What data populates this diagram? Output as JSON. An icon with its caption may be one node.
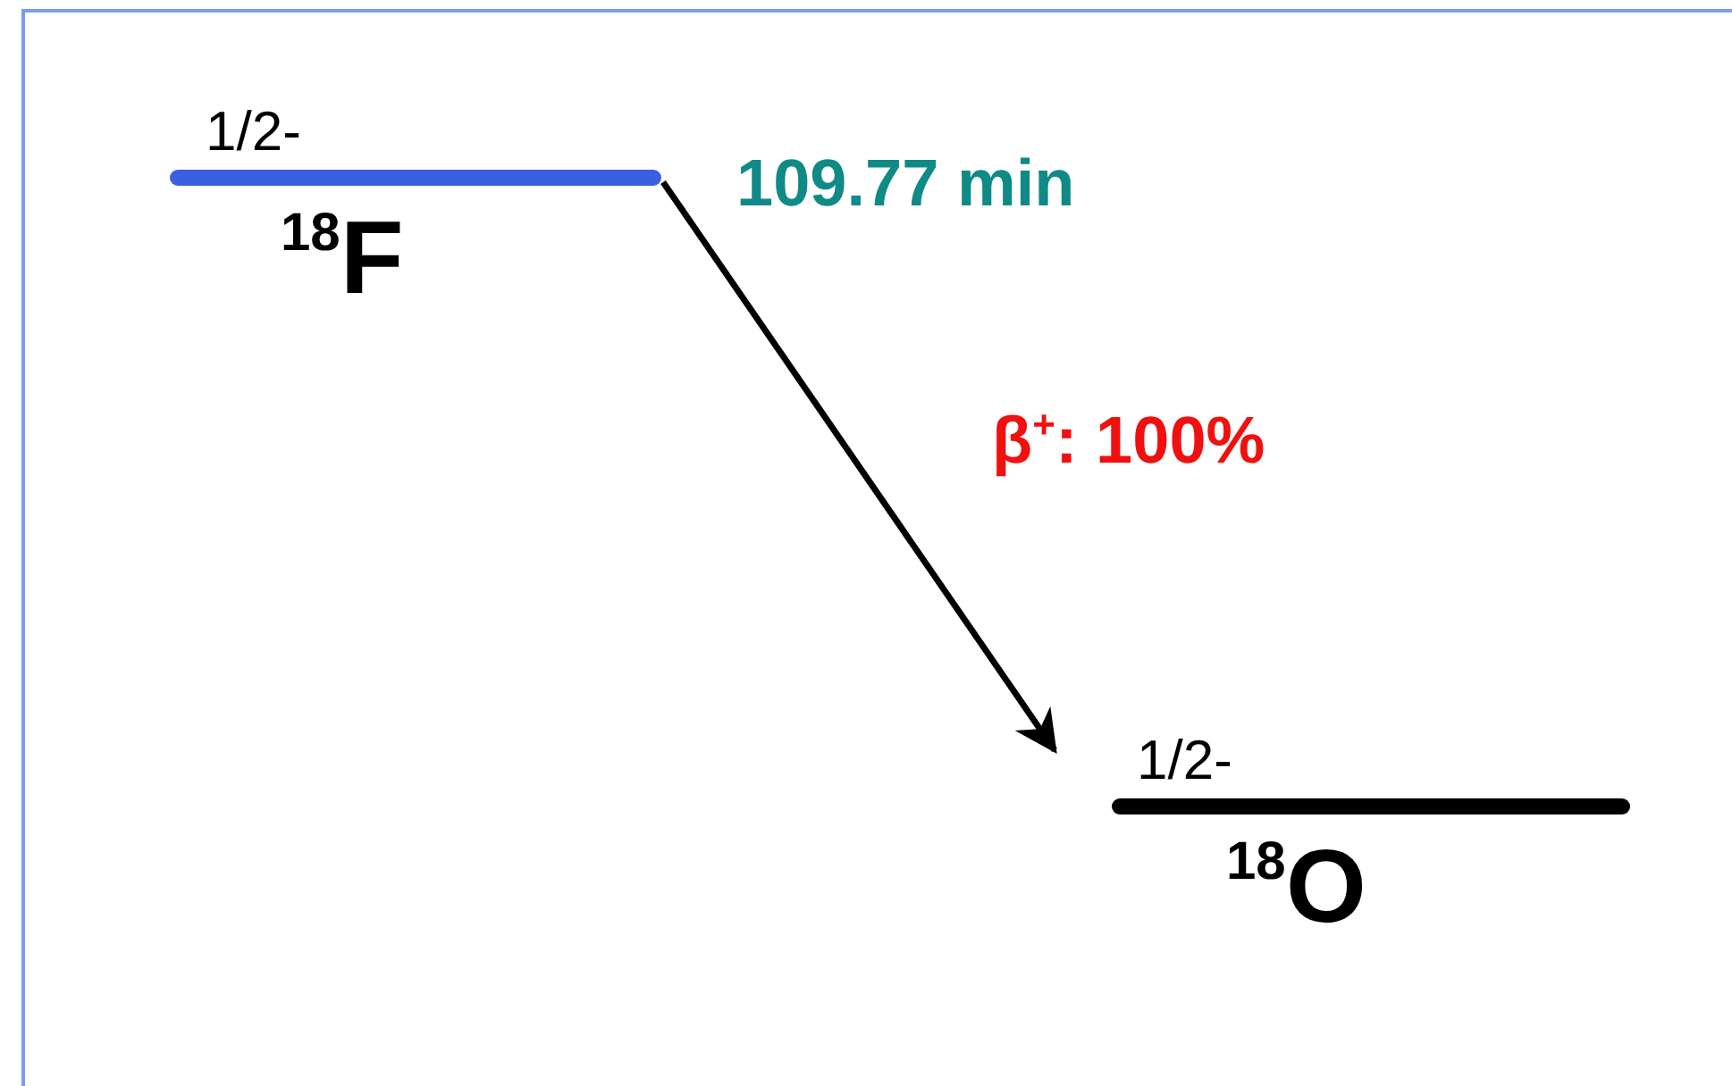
{
  "diagram": {
    "nodes": [
      {
        "text": [
          "1/2-",
          "$^{18}$F"
        ],
        "beside": [
          "109.77 min"
        ]
      },
      {
        "text": [
          "1/2-",
          "$^{18}$O"
        ]
      }
    ],
    "edges": [
      {
        "from": 0,
        "to": 1,
        "arrow": "to",
        "label": "β$^{+}$: 100%"
      }
    ]
  }
}
